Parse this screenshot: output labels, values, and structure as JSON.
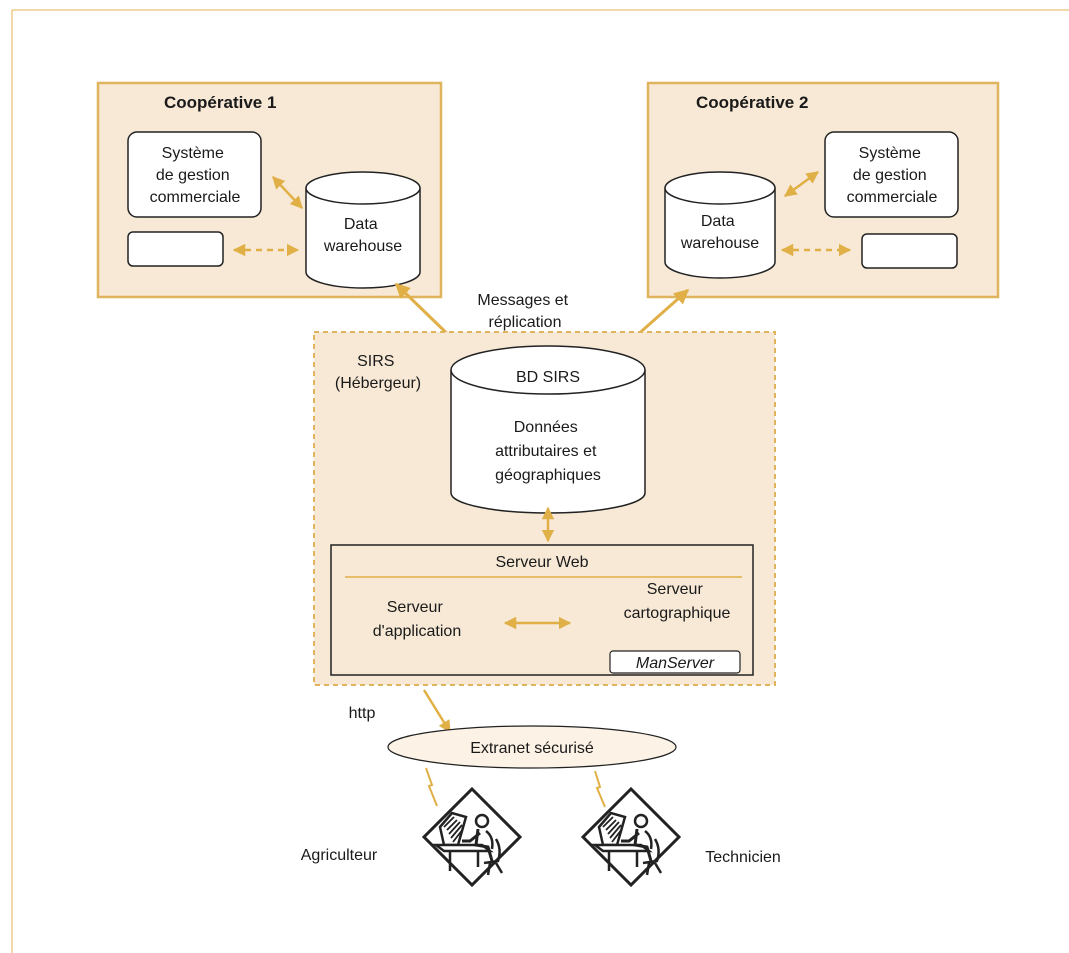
{
  "colors": {
    "frame": "#e3b14d",
    "box_fill": "#f7e9d6",
    "box_border": "#e0b45c",
    "arrow": "#e0b046",
    "stroke": "#222222",
    "ellipse_fill": "#fcf3e6"
  },
  "coop1": {
    "title": "Coopérative 1",
    "sgc_lines": [
      "Système",
      "de gestion",
      "commerciale"
    ],
    "dw_lines": [
      "Data",
      "warehouse"
    ]
  },
  "coop2": {
    "title": "Coopérative 2",
    "sgc_lines": [
      "Système",
      "de gestion",
      "commerciale"
    ],
    "dw_lines": [
      "Data",
      "warehouse"
    ]
  },
  "replication_lines": [
    "Messages et",
    "réplication"
  ],
  "sirs": {
    "label_lines": [
      "SIRS",
      "(Hébergeur)"
    ],
    "db_title": "BD SIRS",
    "db_lines": [
      "Données",
      "attributaires et",
      "géographiques"
    ]
  },
  "web": {
    "title": "Serveur Web",
    "app_lines": [
      "Serveur",
      "d'application"
    ],
    "carto_lines": [
      "Serveur",
      "cartographique"
    ],
    "manserver": "ManServer"
  },
  "http_label": "http",
  "extranet_label": "Extranet sécurisé",
  "users": [
    {
      "label": "Agriculteur",
      "icon": "user-at-computer-icon"
    },
    {
      "label": "Technicien",
      "icon": "user-at-computer-icon"
    }
  ]
}
